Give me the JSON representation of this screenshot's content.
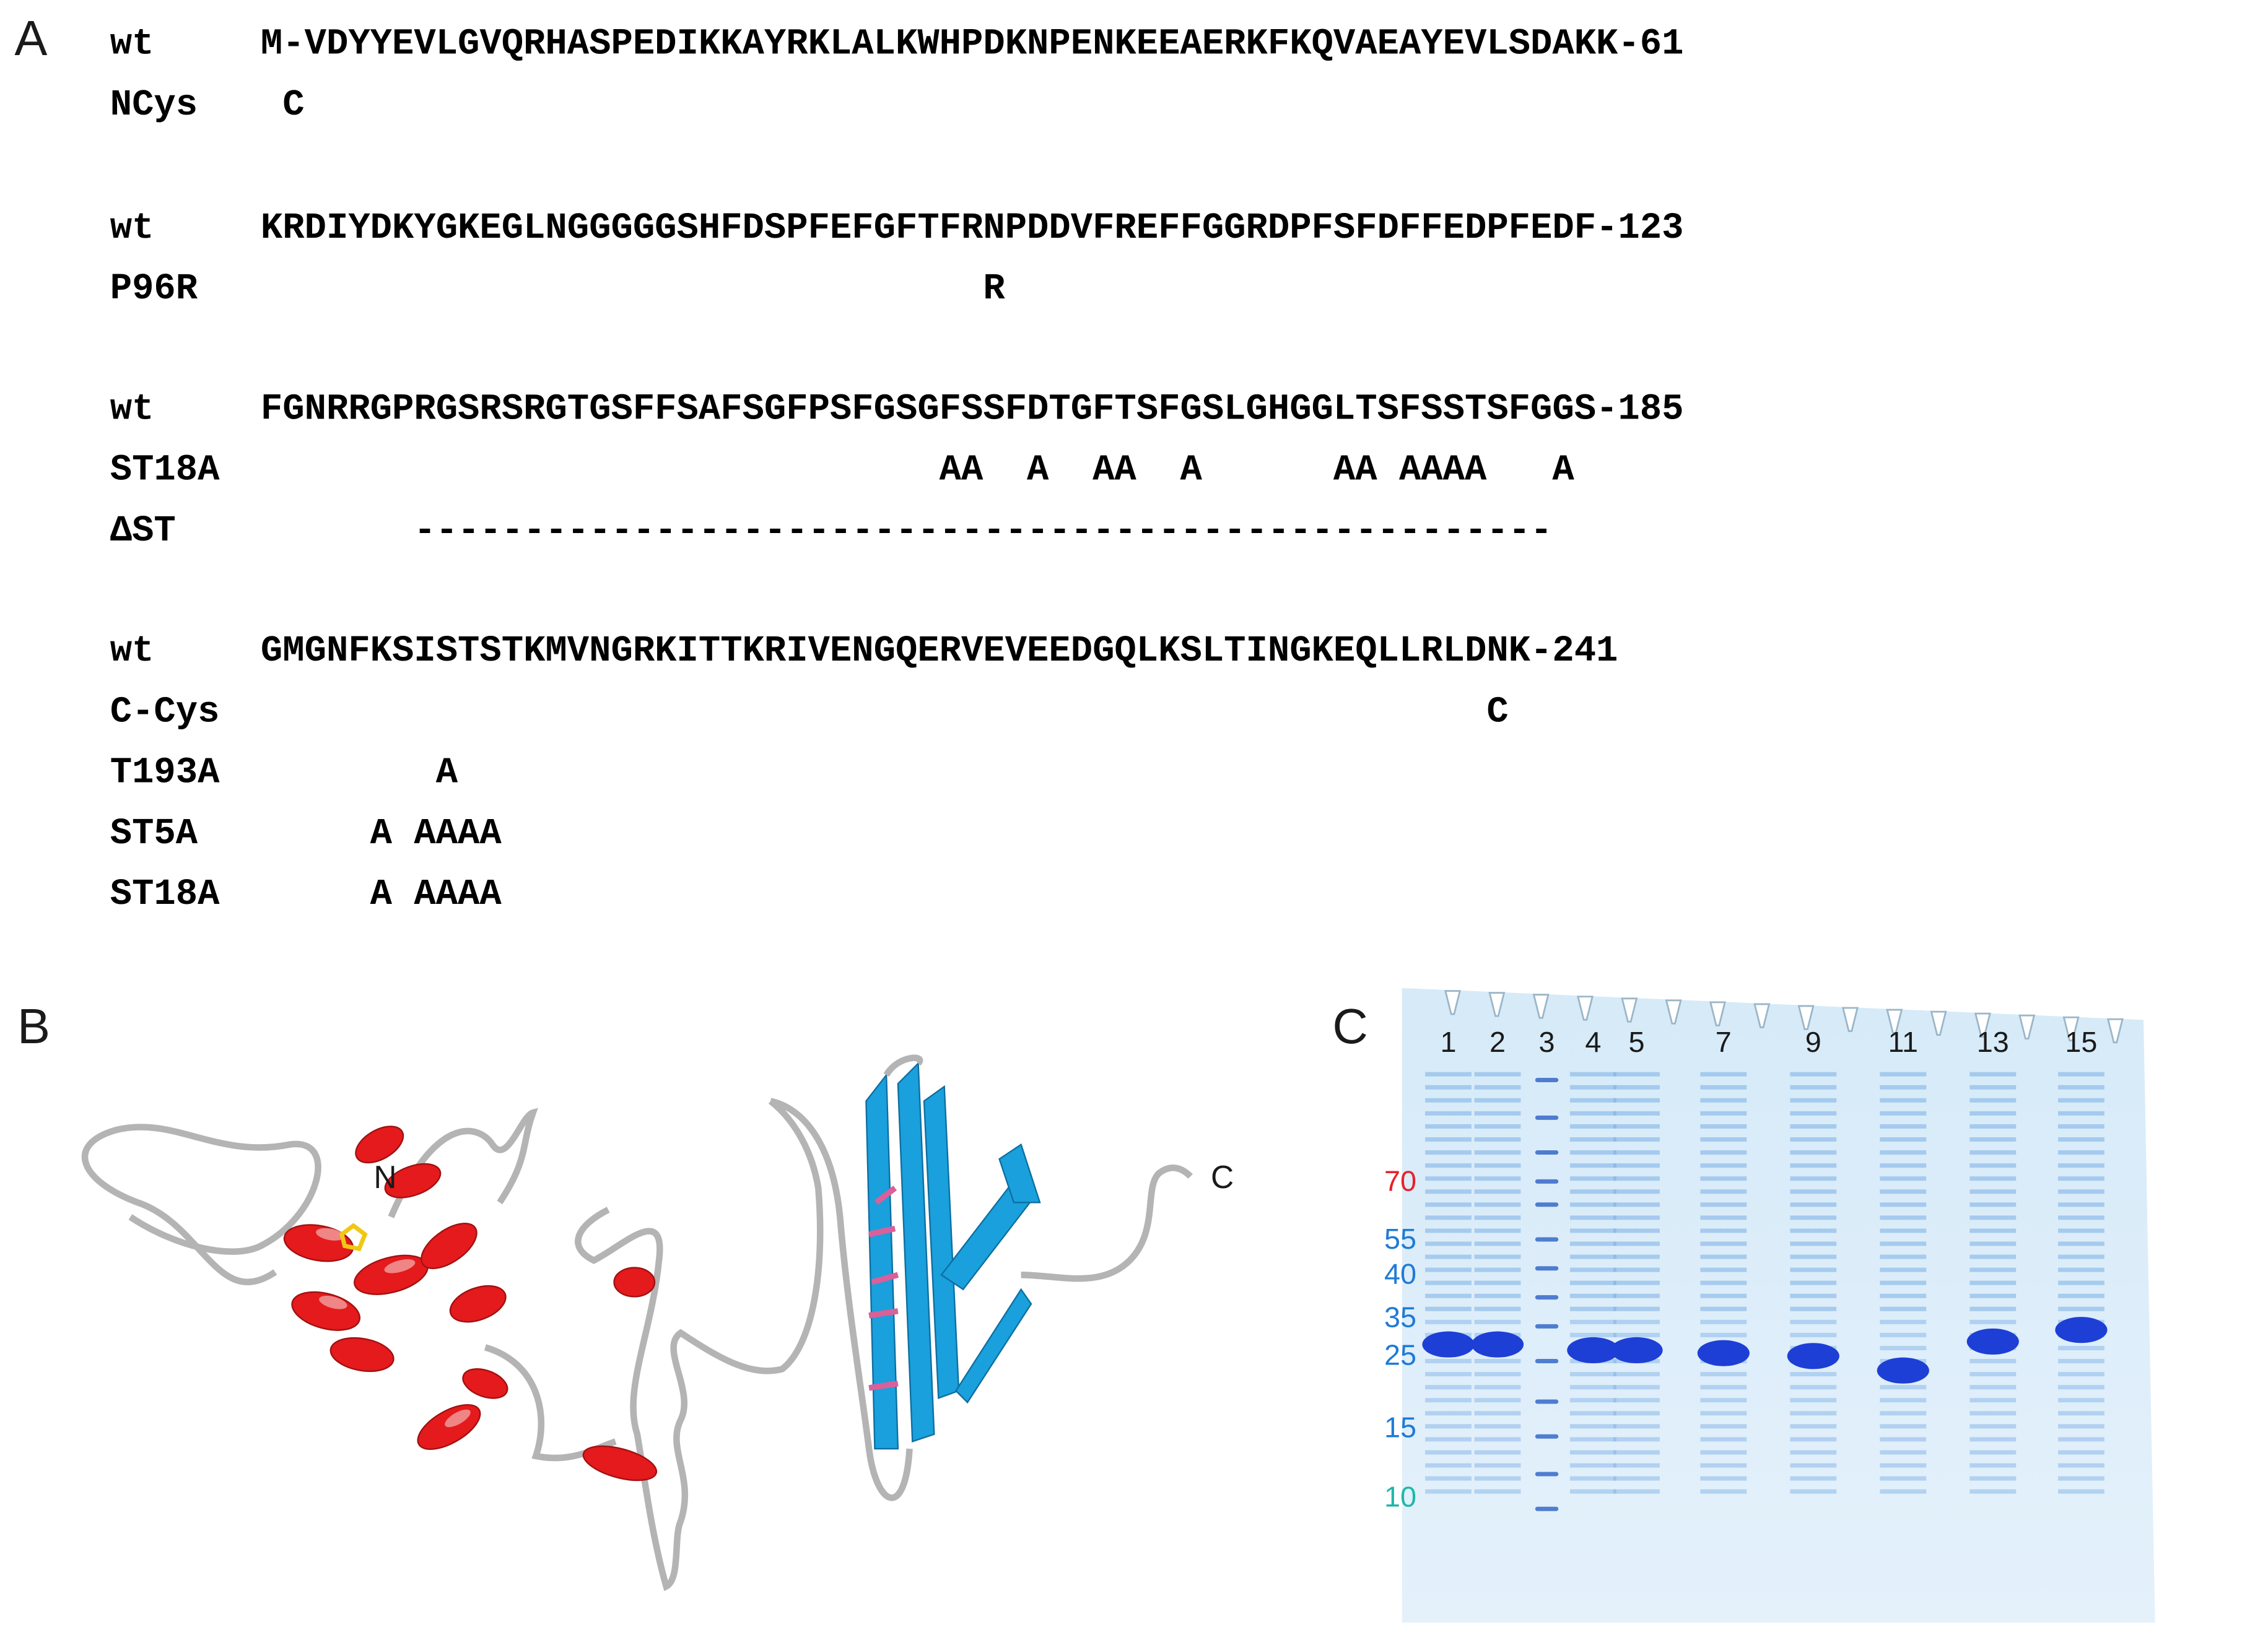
{
  "panels": {
    "a": "A",
    "b": "B",
    "c": "C"
  },
  "alignment": [
    {
      "label": "wt",
      "text": "M-VDYYEVLGVQRHASPEDIKKAYRKLALKWHPDKNPENKEEAERKFKQVAEAYEVLSDAKK-61"
    },
    {
      "label": "NCys",
      "text": " C"
    },
    {
      "label": "wt",
      "text": "KRDIYDKYGKEGLNGGGGGSHFDSPFEFGFTFRNPDDVFREFFGGRDPFSFDFFEDPFEDF-123"
    },
    {
      "label": "P96R",
      "text": "                                 R"
    },
    {
      "label": "wt",
      "text": "FGNRRGPRGSRSRGTGSFFSAFSGFPSFGSGFSSFDTGFTSFGSLGHGGLTSFSSTSFGGS-185"
    },
    {
      "label": "ST18A",
      "text": "                               AA  A  AA  A      AA AAAA   A"
    },
    {
      "label": "ΔST",
      "text": "       ----------------------------------------------------"
    },
    {
      "label": "wt",
      "text": "GMGNFKSISTSTKMVNGRKITTKRIVENGQERVEVEEDGQLKSLTINGKEQLLRLDNK-241"
    },
    {
      "label": "C-Cys",
      "text": "                                                        C"
    },
    {
      "label": "T193A",
      "text": "        A"
    },
    {
      "label": "ST5A",
      "text": "     A AAAA"
    },
    {
      "label": "ST18A",
      "text": "     A AAAA"
    }
  ],
  "structure": {
    "n_label": "N",
    "c_label": "C",
    "colors": {
      "helix": "#e41a1c",
      "strand": "#1aa0dc",
      "coil": "#b4b4b4",
      "disulfide": "#f0c814",
      "sidechain": "#d9609a"
    }
  },
  "gel": {
    "lane_labels": [
      "1",
      "2",
      "3",
      "4",
      "5",
      "7",
      "9",
      "11",
      "13",
      "15"
    ],
    "markers": [
      {
        "label": "70",
        "color": "#e8202a"
      },
      {
        "label": "55",
        "color": "#1f7bd6"
      },
      {
        "label": "40",
        "color": "#1f7bd6"
      },
      {
        "label": "35",
        "color": "#1f7bd6"
      },
      {
        "label": "25",
        "color": "#1f7bd6"
      },
      {
        "label": "15",
        "color": "#1f7bd6"
      },
      {
        "label": "10",
        "color": "#1fb7a8"
      }
    ],
    "colors": {
      "background": "#d9ebf8",
      "band": "#1d3fd6",
      "smear": "#7aaee6"
    }
  }
}
